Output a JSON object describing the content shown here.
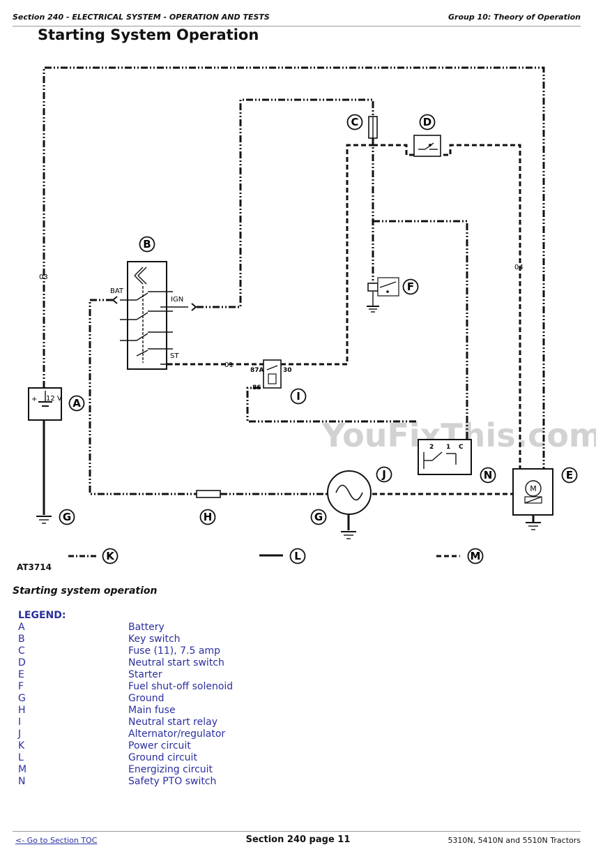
{
  "header": {
    "left": "Section 240 - ELECTRICAL SYSTEM - OPERATION AND TESTS",
    "right": "Group 10: Theory of Operation"
  },
  "title": "Starting System Operation",
  "diagram": {
    "figure_id": "AT3714",
    "wire_labels": {
      "w03": "03",
      "w04": "04",
      "w01": "01"
    },
    "terminals": {
      "bat": "BAT",
      "ign": "IGN",
      "st": "ST"
    },
    "battery_voltage": "12 V",
    "battery_plus": "+",
    "relay_pins": {
      "p87a": "87A",
      "p30": "30",
      "p86": "86"
    },
    "pto_pins": {
      "p2": "2",
      "p1": "1",
      "pc": "C"
    },
    "motor_letter": "M",
    "callouts": [
      "A",
      "B",
      "C",
      "D",
      "E",
      "F",
      "G",
      "H",
      "I",
      "J",
      "K",
      "L",
      "M",
      "N"
    ],
    "watermark": "YouFixThis.com"
  },
  "caption": "Starting system operation",
  "legend": {
    "title": "LEGEND:",
    "items": [
      {
        "letter": "A",
        "text": "Battery"
      },
      {
        "letter": "B",
        "text": "Key switch"
      },
      {
        "letter": "C",
        "text": "Fuse (11), 7.5 amp"
      },
      {
        "letter": "D",
        "text": "Neutral start switch"
      },
      {
        "letter": "E",
        "text": "Starter"
      },
      {
        "letter": "F",
        "text": "Fuel shut-off solenoid"
      },
      {
        "letter": "G",
        "text": "Ground"
      },
      {
        "letter": "H",
        "text": "Main fuse"
      },
      {
        "letter": "I",
        "text": "Neutral start relay"
      },
      {
        "letter": "J",
        "text": "Alternator/regulator"
      },
      {
        "letter": "K",
        "text": "Power circuit"
      },
      {
        "letter": "L",
        "text": "Ground circuit"
      },
      {
        "letter": "M",
        "text": "Energizing circuit"
      },
      {
        "letter": "N",
        "text": "Safety PTO switch"
      }
    ]
  },
  "footer": {
    "toc_link": "<- Go to Section TOC",
    "page": "Section 240 page 11",
    "models": "5310N, 5410N and 5510N Tractors"
  }
}
